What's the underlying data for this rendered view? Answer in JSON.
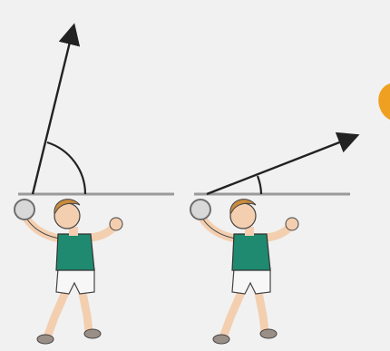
{
  "scene": {
    "panels": [
      {
        "id": "steep-throw",
        "angle_shown": "large",
        "ball": "held"
      },
      {
        "id": "shallow-throw",
        "angle_shown": "small",
        "ball": "held"
      }
    ],
    "colors": {
      "background": "#f1f1f1",
      "line": "#222222",
      "ground_line": "#9a9a9a",
      "ball": "#d8d8d8",
      "ball_outline": "#6e6e6e",
      "skin": "#f3cfb0",
      "hair": "#c98b3e",
      "shirt": "#1f8a70",
      "shorts": "#f7f7f7",
      "shoe": "#9a8f86",
      "accent": "#f0a020"
    },
    "icons": [
      "arrow-icon",
      "angle-arc-icon",
      "ball-icon",
      "thrower-figure-icon"
    ]
  }
}
